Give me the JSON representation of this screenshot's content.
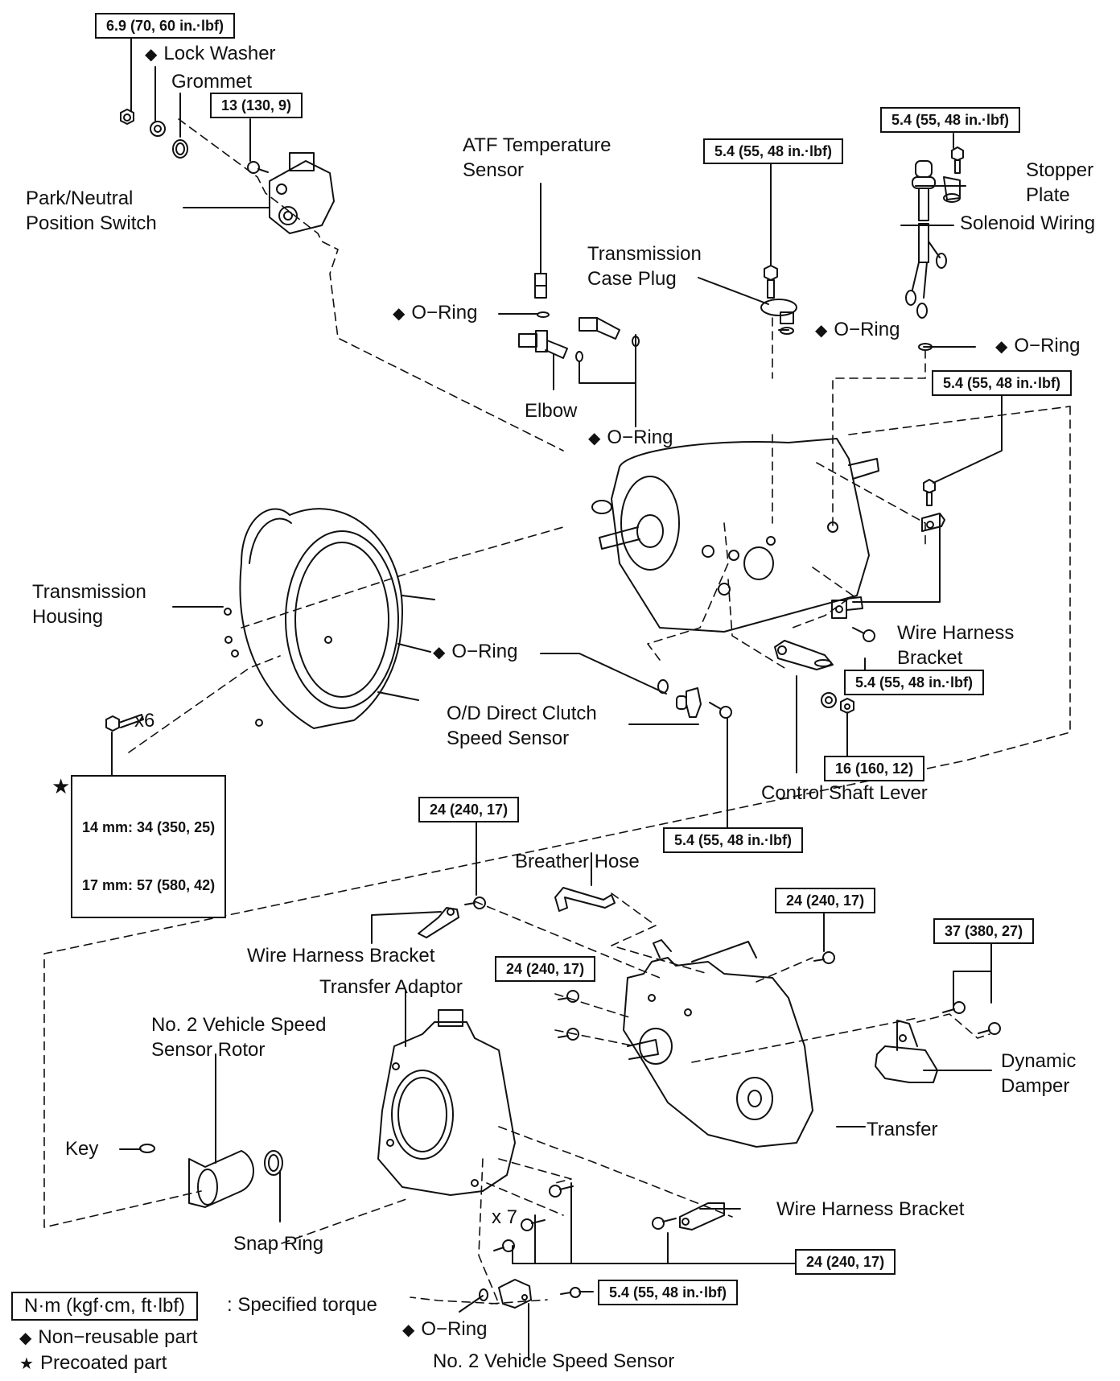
{
  "diagram": {
    "type": "exploded-parts-view",
    "subject": "Automatic transmission with transfer - components"
  },
  "torques": {
    "pn_switch_nut": "6.9 (70, 60 in.·lbf)",
    "pn_switch_bolt": "13 (130, 9)",
    "case_plug_bolt": "5.4 (55, 48 in.·lbf)",
    "solenoid_bolt": "5.4 (55, 48 in.·lbf)",
    "harness_bracket_upper": "5.4 (55, 48 in.·lbf)",
    "harness_bracket_lower": "5.4 (55, 48 in.·lbf)",
    "control_shaft_nut": "16 (160, 12)",
    "od_sensor_bolt": "5.4 (55, 48 in.·lbf)",
    "housing_bolts_line1": "14 mm: 34 (350, 25)",
    "housing_bolts_line2": "17 mm: 57 (580, 42)",
    "harness_bracket_bolt_mid": "24 (240, 17)",
    "transfer_top_bolt": "24 (240, 17)",
    "adaptor_bolts": "24 (240, 17)",
    "damper_bolts": "37 (380, 27)",
    "adaptor_lower_bolts": "24 (240, 17)",
    "speed_sensor_bolt": "5.4 (55, 48 in.·lbf)"
  },
  "labels": {
    "lock_washer": "Lock Washer",
    "grommet": "Grommet",
    "pn_switch_1": "Park/Neutral",
    "pn_switch_2": "Position Switch",
    "atf_sensor_1": "ATF Temperature",
    "atf_sensor_2": "Sensor",
    "o_ring_atf": "O−Ring",
    "case_plug_1": "Transmission",
    "case_plug_2": "Case Plug",
    "stopper_1": "Stopper",
    "stopper_2": "Plate",
    "solenoid_wiring": "Solenoid Wiring",
    "o_ring_plug": "O−Ring",
    "o_ring_solenoid": "O−Ring",
    "elbow": "Elbow",
    "o_ring_elbow": "O−Ring",
    "housing_1": "Transmission",
    "housing_2": "Housing",
    "o_ring_od": "O−Ring",
    "od_sensor_1": "O/D Direct Clutch",
    "od_sensor_2": "Speed Sensor",
    "x6": "x6",
    "harness_bracket_r1": "Wire Harness",
    "harness_bracket_r2": "Bracket",
    "control_shaft_lever": "Control Shaft Lever",
    "breather_hose": "Breather Hose",
    "harness_bracket_mid": "Wire Harness Bracket",
    "transfer_adaptor": "Transfer Adaptor",
    "vss_rotor_1": "No. 2 Vehicle Speed",
    "vss_rotor_2": "Sensor Rotor",
    "key": "Key",
    "snap_ring": "Snap Ring",
    "dynamic_damper_1": "Dynamic",
    "dynamic_damper_2": "Damper",
    "transfer": "Transfer",
    "harness_bracket_low": "Wire Harness Bracket",
    "x7": "x 7",
    "o_ring_vss": "O−Ring",
    "vss": "No. 2 Vehicle Speed Sensor"
  },
  "legend": {
    "torque_unit": "N·m (kgf·cm, ft·lbf)",
    "torque_desc": ": Specified torque",
    "non_reusable": "Non−reusable part",
    "precoated": "Precoated part",
    "diamond_symbol": "◆",
    "star_symbol": "★"
  }
}
